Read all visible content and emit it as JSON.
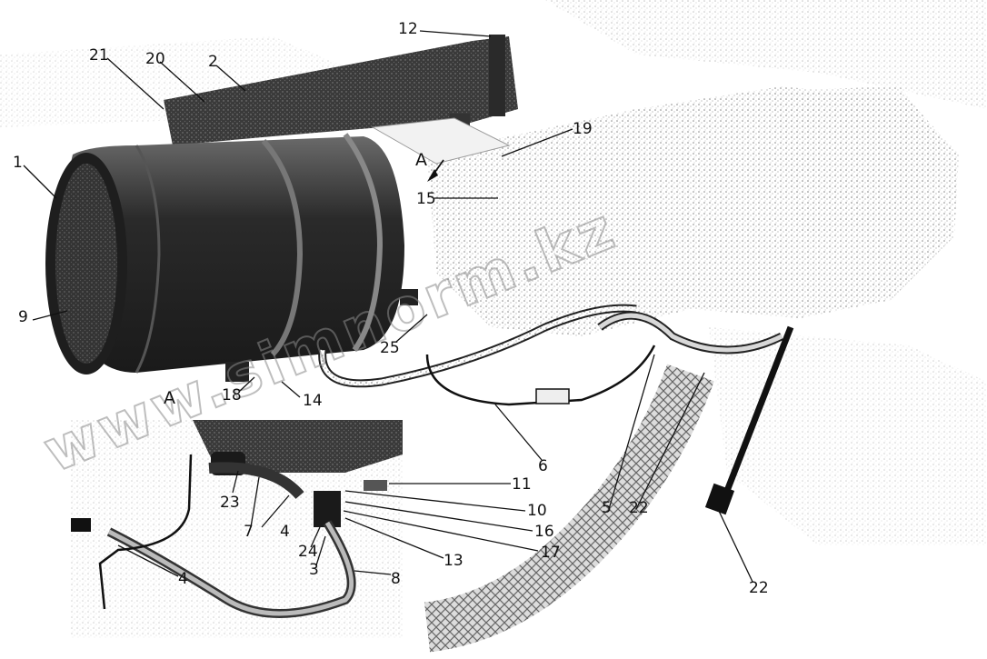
{
  "diagram": {
    "view_label": "A",
    "watermark": "www.simnorm.kz",
    "callouts": [
      "12",
      "21",
      "20",
      "2",
      "1",
      "19",
      "A",
      "15",
      "9",
      "25",
      "18",
      "14",
      "A",
      "11",
      "10",
      "16",
      "17",
      "13",
      "23",
      "7",
      "4",
      "24",
      "3",
      "4",
      "8",
      "6",
      "5",
      "22",
      "22"
    ],
    "colors": {
      "ink": "#111111",
      "tank_dark": "#2e2e2e",
      "tank_mid": "#5a5a5a",
      "hatch": "#9a9a9a",
      "paper": "#ffffff"
    },
    "icons": [
      "air-tank-icon",
      "bracket-icon",
      "hose-icon",
      "valve-icon",
      "fitting-icon"
    ]
  }
}
